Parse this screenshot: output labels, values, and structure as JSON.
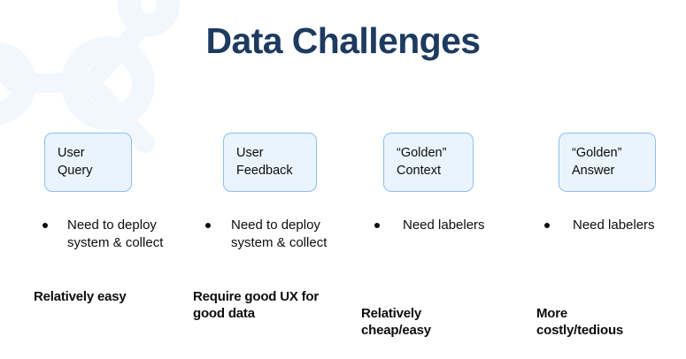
{
  "page": {
    "title": "Data Challenges",
    "background_color": "#ffffff",
    "title_color": "#1d3a5f",
    "box_fill_color": "#eaf4fd",
    "box_border_color": "#8cc0f0",
    "text_color": "#0d0d0d",
    "watermark_color": "#f1f7fd"
  },
  "watermark": {
    "name": "network-node-graphic"
  },
  "columns": [
    {
      "box_line1": "User",
      "box_line2": "Query",
      "bullet": "Need to deploy\nsystem & collect",
      "verdict": "Relatively easy"
    },
    {
      "box_line1": "User",
      "box_line2": "Feedback",
      "bullet": "Need to deploy\nsystem & collect",
      "verdict": "Require good UX for\ngood data"
    },
    {
      "box_line1": "“Golden”",
      "box_line2": "Context",
      "bullet": "Need labelers",
      "verdict": "Relatively\ncheap/easy"
    },
    {
      "box_line1": "“Golden”",
      "box_line2": "Answer",
      "bullet": "Need labelers",
      "verdict": "More\ncostly/tedious"
    }
  ]
}
